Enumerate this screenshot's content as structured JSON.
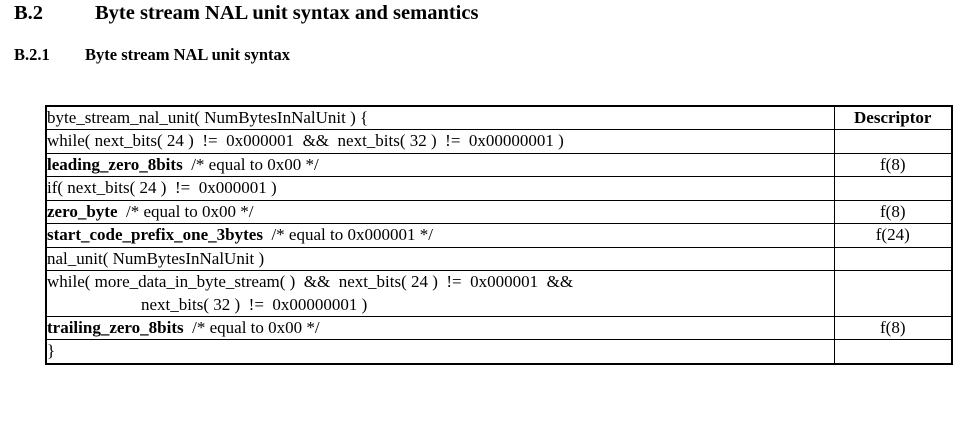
{
  "headings": {
    "level1": {
      "number": "B.2",
      "title": "Byte stream NAL unit syntax and semantics"
    },
    "level2": {
      "number": "B.2.1",
      "title": "Byte stream NAL unit syntax"
    }
  },
  "table": {
    "descriptor_header": "Descriptor",
    "rows": [
      {
        "indent": 0,
        "bold_prefix": "",
        "text": "byte_stream_nal_unit( NumBytesInNalUnit ) {",
        "continuation": "",
        "descriptor": ""
      },
      {
        "indent": 1,
        "bold_prefix": "",
        "text": "while( next_bits( 24 )  !=  0x000001  &&  next_bits( 32 )  !=  0x00000001 )",
        "continuation": "",
        "descriptor": ""
      },
      {
        "indent": 2,
        "bold_prefix": "leading_zero_8bits",
        "text": "  /* equal to 0x00 */",
        "continuation": "",
        "descriptor": "f(8)"
      },
      {
        "indent": 1,
        "bold_prefix": "",
        "text": "if( next_bits( 24 )  !=  0x000001 )",
        "continuation": "",
        "descriptor": ""
      },
      {
        "indent": 2,
        "bold_prefix": "zero_byte",
        "text": "  /* equal to 0x00 */",
        "continuation": "",
        "descriptor": "f(8)"
      },
      {
        "indent": 1,
        "bold_prefix": "start_code_prefix_one_3bytes",
        "text": "  /* equal to 0x000001 */",
        "continuation": "",
        "descriptor": "f(24)"
      },
      {
        "indent": 1,
        "bold_prefix": "",
        "text": "nal_unit( NumBytesInNalUnit )",
        "continuation": "",
        "descriptor": ""
      },
      {
        "indent": 1,
        "bold_prefix": "",
        "text": "while( more_data_in_byte_stream( )  &&  next_bits( 24 )  !=  0x000001  &&",
        "continuation": "next_bits( 32 )  !=  0x00000001 )",
        "descriptor": ""
      },
      {
        "indent": 2,
        "bold_prefix": "trailing_zero_8bits",
        "text": "  /* equal to 0x00 */",
        "continuation": "",
        "descriptor": "f(8)"
      },
      {
        "indent": 0,
        "bold_prefix": "",
        "text": "}",
        "continuation": "",
        "descriptor": ""
      }
    ]
  }
}
